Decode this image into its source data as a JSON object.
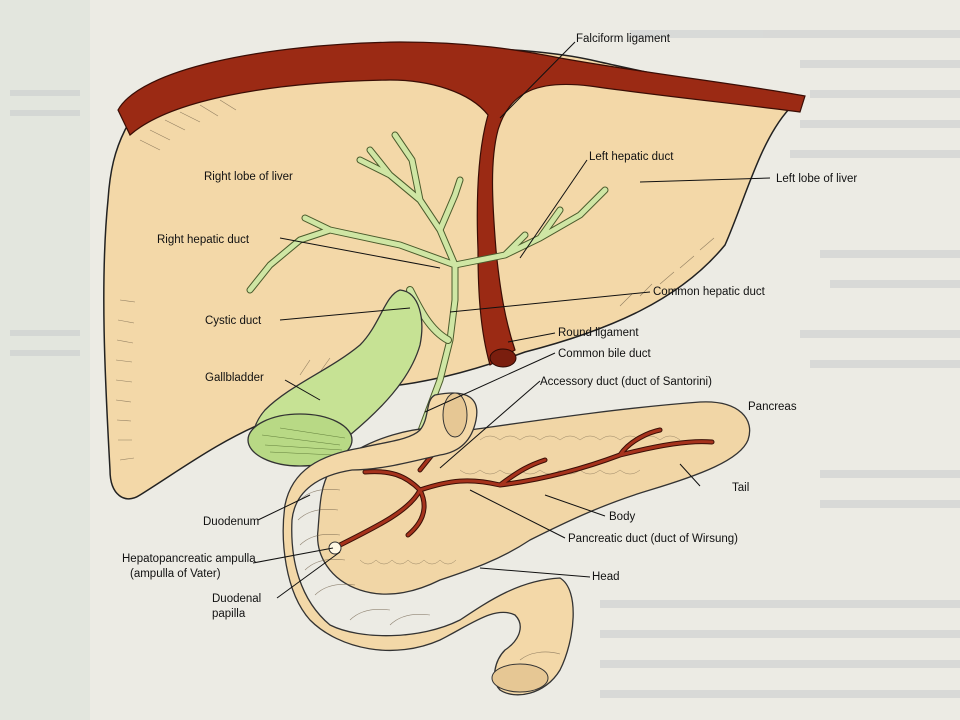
{
  "labels": {
    "falciform_ligament": "Falciform ligament",
    "right_lobe": "Right lobe of liver",
    "left_hepatic_duct": "Left hepatic duct",
    "left_lobe": "Left lobe of liver",
    "right_hepatic_duct": "Right hepatic duct",
    "common_hepatic_duct": "Common hepatic duct",
    "cystic_duct": "Cystic duct",
    "round_ligament": "Round ligament",
    "common_bile_duct": "Common bile duct",
    "gallbladder": "Gallbladder",
    "accessory_duct": "Accessory duct (duct of Santorini)",
    "pancreas": "Pancreas",
    "tail": "Tail",
    "duodenum": "Duodenum",
    "body": "Body",
    "pancreatic_duct": "Pancreatic duct (duct of Wirsung)",
    "ampulla_line1": "Hepatopancreatic ampulla",
    "ampulla_line2": "(ampulla of Vater)",
    "head": "Head",
    "papilla_line1": "Duodenal",
    "papilla_line2": "papilla"
  },
  "colors": {
    "liver": "#f3d8a8",
    "ligament": "#9b2a14",
    "bile_duct": "#cfe6a4",
    "gallbladder": "#c6e294",
    "pancreas": "#f1d6a6",
    "pancreatic_duct": "#a6321c",
    "background": "#ecebe4"
  }
}
